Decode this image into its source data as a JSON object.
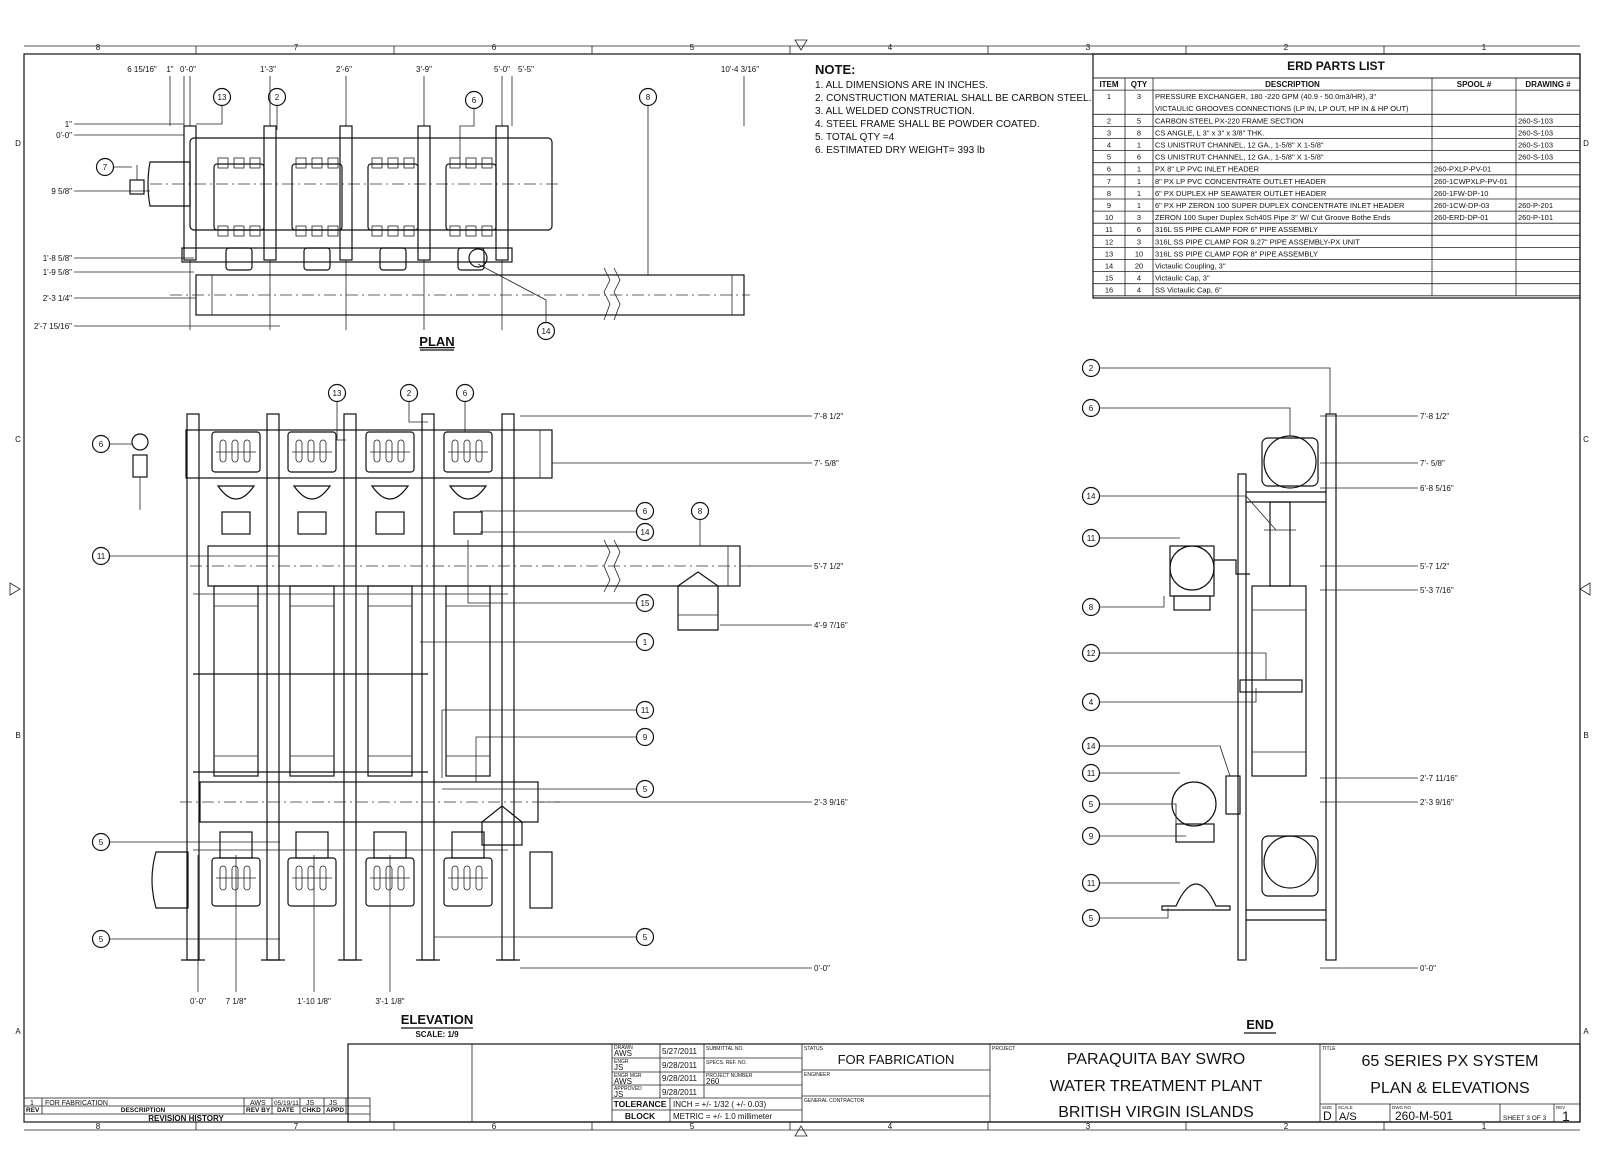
{
  "zones": {
    "top": [
      "8",
      "7",
      "6",
      "5",
      "4",
      "3",
      "2",
      "1"
    ],
    "side": [
      "D",
      "C",
      "B",
      "A"
    ]
  },
  "notes": {
    "heading": "NOTE:",
    "items": [
      "1. ALL DIMENSIONS ARE IN INCHES.",
      "2. CONSTRUCTION MATERIAL SHALL BE CARBON STEEL.",
      "3. ALL WELDED CONSTRUCTION.",
      "4. STEEL FRAME SHALL BE POWDER COATED.",
      "5. TOTAL QTY =4",
      "6. ESTIMATED DRY WEIGHT= 393 lb"
    ]
  },
  "parts_list": {
    "title": "ERD PARTS LIST",
    "headers": [
      "ITEM",
      "QTY",
      "DESCRIPTION",
      "SPOOL #",
      "DRAWING #"
    ],
    "rows": [
      [
        "1",
        "3",
        "PRESSURE EXCHANGER, 180 -220 GPM (40.9 - 50.0m3/HR), 3\"",
        "",
        ""
      ],
      [
        "",
        "",
        "VICTAULIC GROOVES CONNECTIONS (LP IN, LP OUT, HP IN & HP OUT)",
        "",
        ""
      ],
      [
        "2",
        "5",
        "CARBON STEEL PX-220 FRAME SECTION",
        "",
        "260-S-103"
      ],
      [
        "3",
        "8",
        "CS ANGLE,  L 3\" x 3\" x 3/8\" THK.",
        "",
        "260-S-103"
      ],
      [
        "4",
        "1",
        "CS UNISTRUT CHANNEL, 12 GA., 1-5/8\" X 1-5/8\"",
        "",
        "260-S-103"
      ],
      [
        "5",
        "6",
        "CS UNISTRUT CHANNEL, 12 GA., 1-5/8\" X 1-5/8\"",
        "",
        "260-S-103"
      ],
      [
        "6",
        "1",
        "PX 8\" LP PVC INLET HEADER",
        "260-PXLP-PV-01",
        ""
      ],
      [
        "7",
        "1",
        "8\" PX LP PVC CONCENTRATE OUTLET HEADER",
        "260-1CWPXLP-PV-01",
        ""
      ],
      [
        "8",
        "1",
        "6\" PX DUPLEX HP SEAWATER OUTLET HEADER",
        "260-1FW-DP-10",
        ""
      ],
      [
        "9",
        "1",
        "6\" PX HP ZERON 100 SUPER DUPLEX CONCENTRATE INLET HEADER",
        "260-1CW-DP-03",
        "260-P-201"
      ],
      [
        "10",
        "3",
        "ZERON 100 Super Duplex Sch40S Pipe 3\" W/ Cut Groove Bothe Ends",
        "260-ERD-DP-01",
        "260-P-101"
      ],
      [
        "11",
        "6",
        "316L SS PIPE CLAMP FOR 6\" PIPE ASSEMBLY",
        "",
        ""
      ],
      [
        "12",
        "3",
        "316L SS PIPE CLAMP FOR 9.27\" PIPE ASSEMBLY-PX UNIT",
        "",
        ""
      ],
      [
        "13",
        "10",
        "316L SS PIPE CLAMP FOR 8\" PIPE ASSEMBLY",
        "",
        ""
      ],
      [
        "14",
        "20",
        "Victaulic Coupling, 3\"",
        "",
        ""
      ],
      [
        "15",
        "4",
        "Victaulic Cap, 3\"",
        "",
        ""
      ],
      [
        "16",
        "4",
        "SS Victaulic Cap, 6\"",
        "",
        ""
      ]
    ]
  },
  "plan": {
    "title": "PLAN",
    "top_dims": [
      "6 15/16\"",
      "1\"",
      "0'-0\"",
      "1'-3\"",
      "2'-6\"",
      "3'-9\"",
      "5'-0\"",
      "5'-5\"",
      "10'-4 3/16\""
    ],
    "left_dims": [
      "1\"",
      "0'-0\"",
      "9 5/8\"",
      "1'-8 5/8\"",
      "1'-9 5/8\"",
      "2'-3 1/4\"",
      "2'-7 15/16\""
    ],
    "balloons": [
      "13",
      "2",
      "6",
      "8",
      "7",
      "14"
    ]
  },
  "elevation": {
    "title": "ELEVATION",
    "scale": "SCALE: 1/9",
    "right_dims": [
      "7'-8 1/2\"",
      "7'- 5/8\"",
      "5'-7 1/2\"",
      "4'-9 7/16\"",
      "2'-3 9/16\"",
      "0'-0\""
    ],
    "bottom_dims": [
      "0'-0\"",
      "7 1/8\"",
      "1'-10 1/8\"",
      "3'-1 1/8\""
    ],
    "balloons_top": [
      "13",
      "2",
      "6"
    ],
    "balloons_left": [
      "6",
      "11",
      "5",
      "5"
    ],
    "balloons_right": [
      "6",
      "14",
      "8",
      "15",
      "1",
      "11",
      "9",
      "5",
      "5"
    ]
  },
  "end": {
    "title": "END",
    "right_dims": [
      "7'-8 1/2\"",
      "7'- 5/8\"",
      "6'-8 5/16\"",
      "5'-7 1/2\"",
      "5'-3 7/16\"",
      "2'-7 11/16\"",
      "2'-3 9/16\"",
      "0'-0\""
    ],
    "balloons": [
      "2",
      "6",
      "14",
      "11",
      "8",
      "12",
      "4",
      "14",
      "11",
      "5",
      "9",
      "11",
      "5"
    ]
  },
  "revision": {
    "row": [
      "1",
      "FOR FABRICATION",
      "AWS",
      "05/19/11",
      "JS",
      "JS"
    ],
    "headers": [
      "REV",
      "DESCRIPTION",
      "REV BY",
      "DATE",
      "CHKD",
      "APPD"
    ],
    "title": "REVISION HISTORY"
  },
  "title_block": {
    "drawn_label": "DRAWN",
    "drawn_by": "AWS",
    "drawn_date": "5/27/2011",
    "engr_label": "ENGR",
    "engr_by": "JS",
    "engr_date": "9/28/2011",
    "mgr_label": "ENGR MGR",
    "mgr_by": "AWS",
    "mgr_date": "9/28/2011",
    "approved_label": "APPROVED",
    "approved_by": "JS",
    "approved_date": "9/28/2011",
    "submittal_label": "SUBMITTAL NO.",
    "specs_label": "SPECS. REF. NO.",
    "project_number_label": "PROJECT NUMBER",
    "project_number": "260",
    "tolerance_label_1": "TOLERANCE",
    "tolerance_label_2": "BLOCK",
    "tol_inch": "INCH = +/- 1/32 ( +/- 0.03)",
    "tol_metric": "METRIC = +/- 1.0 millimeter",
    "status_label": "STATUS",
    "status": "FOR FABRICATION",
    "engineer_label": "ENGINEER",
    "gc_label": "GENERAL CONTRACTOR",
    "project_label": "PROJECT",
    "project_lines": [
      "PARAQUITA BAY SWRO",
      "WATER TREATMENT PLANT",
      "BRITISH VIRGIN ISLANDS"
    ],
    "title_label": "TITLE",
    "title_lines": [
      "65 SERIES PX SYSTEM",
      "PLAN & ELEVATIONS"
    ],
    "size_label": "SIZE",
    "size": "D",
    "scale_label": "SCALE",
    "scale": "A/S",
    "dwg_label": "DWG NO",
    "dwg": "260-M-501",
    "sheet": "SHEET 3  OF 3",
    "rev_label": "REV",
    "rev": "1"
  }
}
